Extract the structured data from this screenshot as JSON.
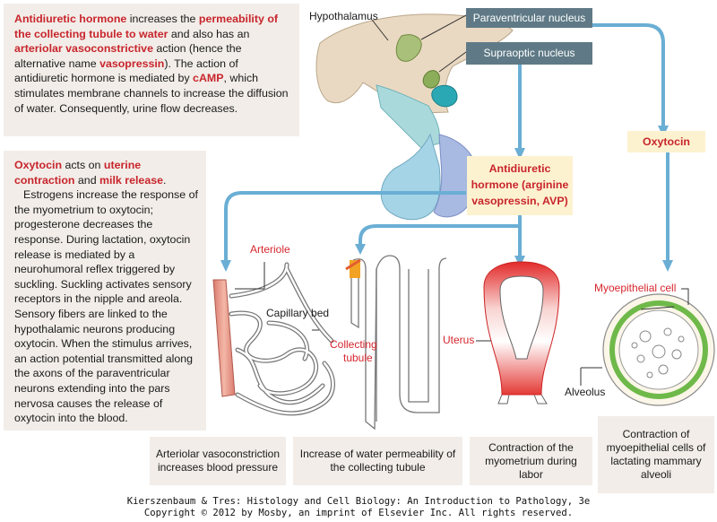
{
  "adh_box": {
    "runs": [
      {
        "t": "Antidiuretic hormone",
        "r": true
      },
      {
        "t": " increases the ",
        "r": false
      },
      {
        "t": "permeability of the collecting tubule to water",
        "r": true
      },
      {
        "t": " and also has an ",
        "r": false
      },
      {
        "t": "arteriolar vasoconstrictive",
        "r": true
      },
      {
        "t": " action (hence the alternative name ",
        "r": false
      },
      {
        "t": "vasopressin",
        "r": true
      },
      {
        "t": ").  The action of antidiuretic hormone is mediated by ",
        "r": false
      },
      {
        "t": "cAMP",
        "r": true
      },
      {
        "t": ", which stimulates membrane channels to increase the diffusion of water. Consequently, urine flow decreases.",
        "r": false
      }
    ]
  },
  "oxy_box": {
    "runs": [
      {
        "t": "Oxytocin",
        "r": true
      },
      {
        "t": " acts on ",
        "r": false
      },
      {
        "t": "uterine contraction",
        "r": true
      },
      {
        "t": " and ",
        "r": false
      },
      {
        "t": "milk release",
        "r": true
      },
      {
        "t": ".",
        "r": false
      }
    ],
    "body": "Estrogens increase the response of the myometrium to oxytocin; progesterone decreases the response. During lactation, oxytocin release is mediated by a neurohumoral reflex triggered by suckling. Suckling activates sensory receptors in the nipple and areola. Sensory fibers are linked to the hypothalamic neurons producing oxytocin. When the stimulus arrives, an action potential transmitted along the axons of the paraventricular neurons extending into the pars nervosa causes the release of oxytocin into the blood."
  },
  "labels": {
    "hypothalamus": "Hypothalamus",
    "paraventricular": "Paraventricular nucleus",
    "supraoptic": "Supraoptic nucleus",
    "oxytocin": "Oxytocin",
    "adh_line1": "Antidiuretic",
    "adh_line2": "hormone (arginine",
    "adh_line3": "vasopressin, AVP)",
    "arteriole": "Arteriole",
    "capillary_bed": "Capillary bed",
    "collecting_line1": "Collecting",
    "collecting_line2": "tubule",
    "uterus": "Uterus",
    "myoepithelial": "Myoepithelial cell",
    "alveolus": "Alveolus"
  },
  "captions": [
    "Arteriolar vasoconstriction increases blood pressure",
    "Increase of water permeability of the collecting tubule",
    "Contraction of the myometrium during labor",
    "Contraction of myoepithelial cells of lactating mammary alveoli"
  ],
  "footer": {
    "line1": "Kierszenbaum & Tres: Histology and Cell Biology: An Introduction to Pathology, 3e",
    "line2": "Copyright © 2012 by Mosby, an imprint of Elsevier Inc. All rights reserved."
  },
  "colors": {
    "accent_red": "#c8252c",
    "slate": "#5f7a86",
    "arrow_blue": "#6aaed4",
    "panel_beige": "#f2ede8",
    "label_yellow": "#fdf2cf"
  }
}
